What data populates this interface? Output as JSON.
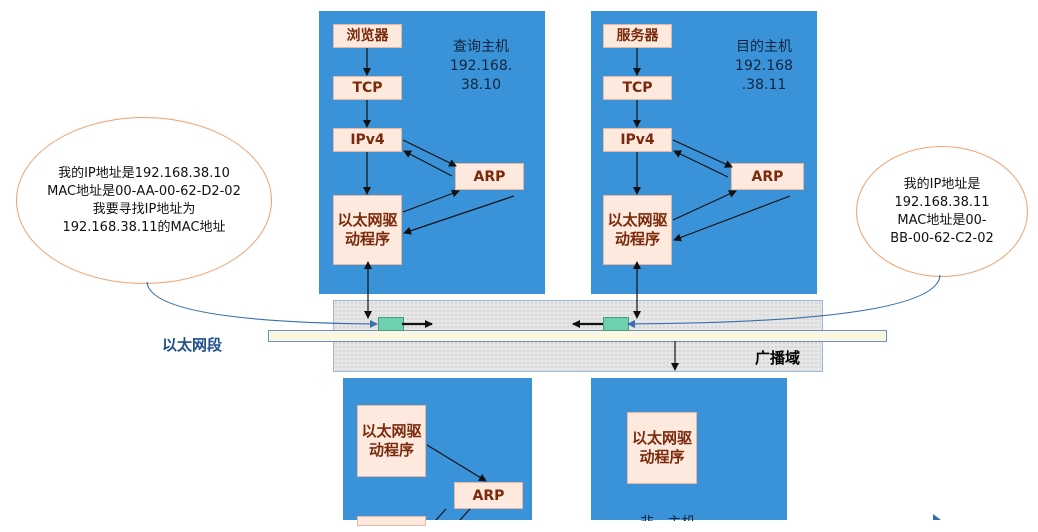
{
  "query_host": {
    "browser": "浏览器",
    "tcp": "TCP",
    "ipv4": "IPv4",
    "arp": "ARP",
    "driver": "以太网驱动程序",
    "host_label_1": "查询主机",
    "host_label_2": "192.168.",
    "host_label_3": "38.10"
  },
  "dest_host": {
    "server": "服务器",
    "tcp": "TCP",
    "ipv4": "IPv4",
    "arp": "ARP",
    "driver": "以太网驱动程序",
    "host_label_1": "目的主机",
    "host_label_2": "192.168",
    "host_label_3": ".38.11"
  },
  "lower_left": {
    "driver": "以太网驱动程序",
    "arp": "ARP"
  },
  "lower_right": {
    "driver": "以太网驱动程序",
    "partial_text": "非...主机"
  },
  "bubble_left": {
    "line1": "我的IP地址是192.168.38.10",
    "line2": "MAC地址是00-AA-00-62-D2-02",
    "line3": "我要寻找IP地址为",
    "line4": "192.168.38.11的MAC地址"
  },
  "bubble_right": {
    "line1": "我的IP地址是",
    "line2": "192.168.38.11",
    "line3": "MAC地址是00-",
    "line4": "BB-00-62-C2-02"
  },
  "labels": {
    "ethernet_segment": "以太网段",
    "broadcast_domain": "广播域"
  },
  "colors": {
    "panel": "#3a93d8",
    "box_fill": "#fde9de",
    "box_text": "#7a2a0a",
    "bubble_border": "#f0a070"
  }
}
